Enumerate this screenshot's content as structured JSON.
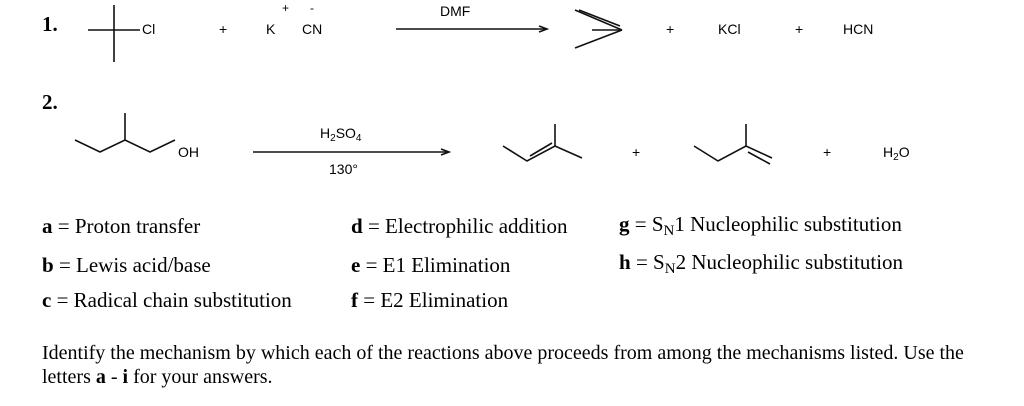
{
  "reactions": [
    {
      "number": "1.",
      "substrate_atom": "Cl",
      "plus_1": "+",
      "reagent_cation": "K",
      "reagent_anion": "CN",
      "cation_charge": "+",
      "anion_charge": "-",
      "solvent": "DMF",
      "plus_2": "+",
      "product_2": "KCl",
      "plus_3": "+",
      "product_3": "HCN"
    },
    {
      "number": "2.",
      "substrate_group": "OH",
      "reagent": {
        "pre": "H",
        "sub1": "2",
        "mid": "SO",
        "sub2": "4"
      },
      "temperature": "130°",
      "plus_1": "+",
      "plus_2": "+",
      "water": {
        "pre": "H",
        "sub": "2",
        "post": "O"
      }
    }
  ],
  "options": [
    {
      "letter": "a",
      "eq": " = ",
      "text": "Proton transfer"
    },
    {
      "letter": "b",
      "eq": " = ",
      "text": "Lewis acid/base"
    },
    {
      "letter": "c",
      "eq": " = ",
      "text": "Radical chain substitution"
    },
    {
      "letter": "d",
      "eq": " = ",
      "text": "Electrophilic addition"
    },
    {
      "letter": "e",
      "eq": " = ",
      "text": "E1 Elimination"
    },
    {
      "letter": "f",
      "eq": " = ",
      "text": "E2 Elimination"
    },
    {
      "letter": "g",
      "eq": " = ",
      "pre": "S",
      "sub": "N",
      "text": "1 Nucleophilic substitution"
    },
    {
      "letter": "h",
      "eq": " = ",
      "pre": "S",
      "sub": "N",
      "text": "2 Nucleophilic substitution"
    }
  ],
  "question": {
    "part1": "Identify the mechanism by which each of the reactions above proceeds from among the mechanisms listed. Use the letters ",
    "range_start": "a",
    "range_sep": " - ",
    "range_end": "i",
    "part2": " for your answers."
  }
}
